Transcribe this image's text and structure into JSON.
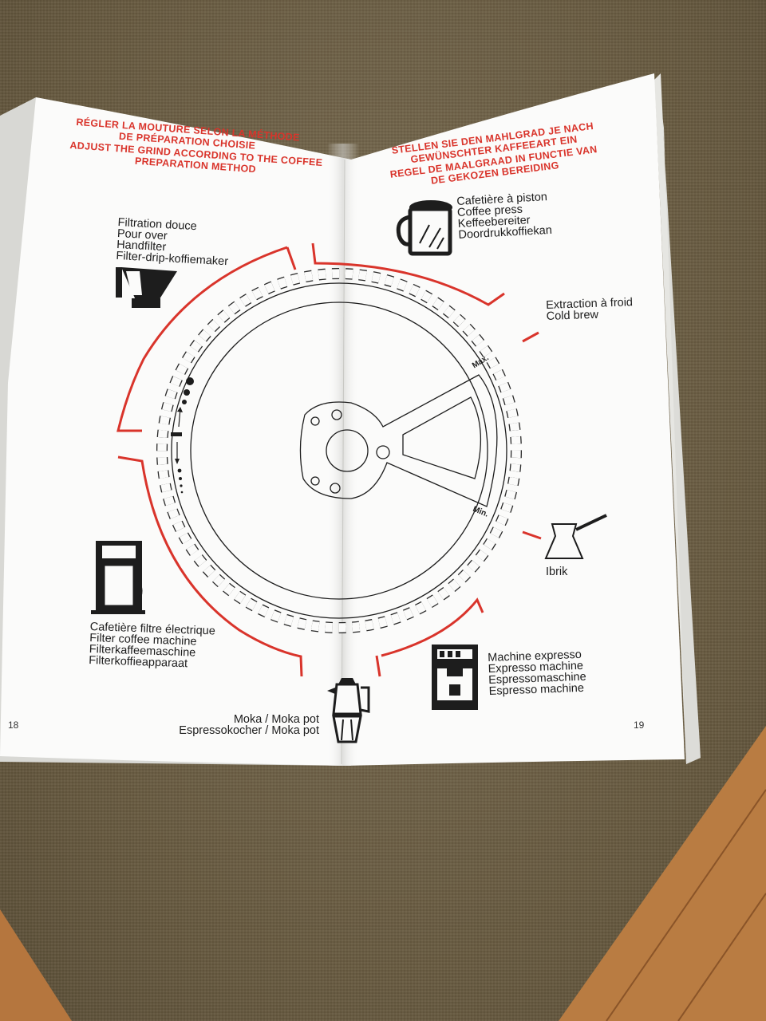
{
  "left_page": {
    "heading_fr_1": "RÉGLER LA MOUTURE SELON LA MÉTHODE",
    "heading_fr_2": "DE PRÉPARATION CHOISIE",
    "heading_en_1": "ADJUST THE GRIND ACCORDING TO THE COFFEE",
    "heading_en_2": "PREPARATION METHOD",
    "pour_over": [
      "Filtration douce",
      "Pour over",
      "Handfilter",
      "Filter-drip-koffiemaker"
    ],
    "filter_machine": [
      "Cafetière filtre électrique",
      "Filter coffee machine",
      "Filterkaffeemaschine",
      "Filterkoffieapparaat"
    ],
    "moka": [
      "Moka / Moka pot",
      "Espressokocher / Moka pot"
    ],
    "page_number": "18"
  },
  "right_page": {
    "heading_de_1": "STELLEN SIE DEN MAHLGRAD JE NACH",
    "heading_de_2": "GEWÜNSCHTER KAFFEEART EIN",
    "heading_nl_1": "REGEL DE MAALGRAAD IN FUNCTIE VAN",
    "heading_nl_2": "DE GEKOZEN BEREIDING",
    "coffee_press": [
      "Cafetière à piston",
      "Coffee press",
      "Keffeebereiter",
      "Doordrukkoffiekan"
    ],
    "cold_brew": [
      "Extraction à froid",
      "Cold brew"
    ],
    "ibrik": "Ibrik",
    "espresso": [
      "Machine expresso",
      "Expresso machine",
      "Espressomaschine",
      "Espresso machine"
    ],
    "page_number": "19"
  },
  "dial": {
    "max_label": "Max.",
    "min_label": "Min."
  },
  "colors": {
    "accent_red": "#d9342b",
    "line": "#1d1d1d",
    "paper": "#fbfbfa"
  }
}
